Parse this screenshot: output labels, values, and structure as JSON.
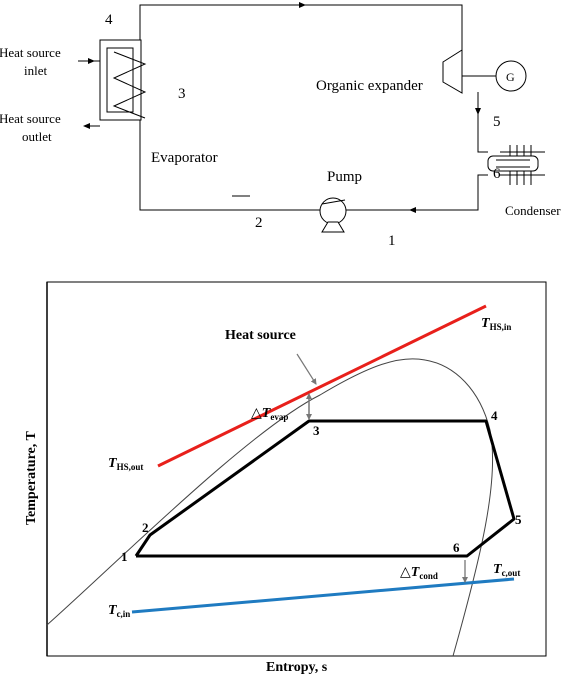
{
  "cycle_diagram": {
    "state_labels": [
      "1",
      "2",
      "3",
      "4",
      "5",
      "6"
    ],
    "heat_source_inlet": [
      "Heat source",
      "inlet"
    ],
    "heat_source_outlet": [
      "Heat source",
      "outlet"
    ],
    "evaporator": "Evaporator",
    "organic_expander": "Organic expander",
    "generator": "G",
    "pump": "Pump",
    "condenser": "Condenser"
  },
  "ts_diagram": {
    "y_axis_label": "Temperature, T",
    "x_axis_label": "Entropy, s",
    "heat_source_label": "Heat source",
    "point_labels": [
      "1",
      "2",
      "3",
      "4",
      "5",
      "6"
    ],
    "t_hs_in": {
      "main": "T",
      "sub": "HS,in"
    },
    "t_hs_out": {
      "main": "T",
      "sub": "HS,out"
    },
    "t_c_in": {
      "main": "T",
      "sub": "c,in"
    },
    "t_c_out": {
      "main": "T",
      "sub": "c,out"
    },
    "delta_t_evap": {
      "delta": "△",
      "main": "T",
      "sub": "evap"
    },
    "delta_t_cond": {
      "delta": "△",
      "main": "T",
      "sub": "cond"
    },
    "colors": {
      "heat_source": "#e8201b",
      "cooling": "#1f7bc1",
      "cycle": "#000000"
    }
  }
}
